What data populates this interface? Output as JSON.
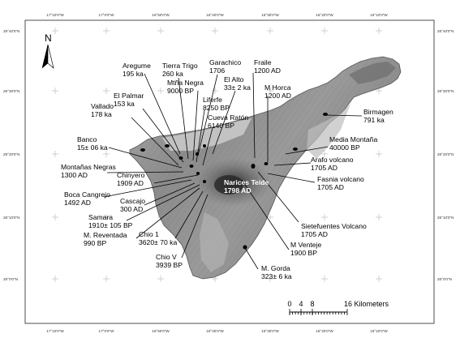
{
  "north_label": "N",
  "scale": {
    "labels": [
      "0",
      "4",
      "8",
      "16 Kilometers"
    ]
  },
  "graticule": {
    "top": [
      "17°10'0\"W",
      "17°0'0\"W",
      "16°50'0\"W",
      "16°40'0\"W",
      "16°30'0\"W",
      "16°20'0\"W",
      "16°10'0\"W"
    ],
    "bottom": [
      "17°10'0\"W",
      "17°0'0\"W",
      "16°50'0\"W",
      "16°40'0\"W",
      "16°30'0\"W",
      "16°20'0\"W",
      "16°10'0\"W"
    ],
    "left": [
      "28°40'0\"N",
      "28°30'0\"N",
      "28°20'0\"N",
      "28°10'0\"N",
      "28°0'0\"N"
    ],
    "right": [
      "28°40'0\"N",
      "28°30'0\"N",
      "28°20'0\"N",
      "28°10'0\"N",
      "28°0'0\"N"
    ]
  },
  "sites": [
    {
      "name": "Aregume",
      "age": "195 ka"
    },
    {
      "name": "Tierra Trigo",
      "age": "260 ka"
    },
    {
      "name": "Garachico",
      "age": "1706"
    },
    {
      "name": "Fraile",
      "age": "1200 AD"
    },
    {
      "name": "Mtña Negra",
      "age": "9000 BP"
    },
    {
      "name": "El Alto",
      "age": "33± 2 ka"
    },
    {
      "name": "M Horca",
      "age": "1200 AD"
    },
    {
      "name": "El Palmar",
      "age": "153 ka"
    },
    {
      "name": "Vallado",
      "age": "178 ka"
    },
    {
      "name": "Liferfe",
      "age": "8250 BP"
    },
    {
      "name": "Cueva Ratón",
      "age": "6140 BP"
    },
    {
      "name": "Birmagen",
      "age": "791 ka"
    },
    {
      "name": "Banco",
      "age": "15± 06 ka"
    },
    {
      "name": "Media Montaña",
      "age": "40000 BP"
    },
    {
      "name": "Arafo volcano",
      "age": "1705 AD"
    },
    {
      "name": "Montañas Negras",
      "age": "1300 AD"
    },
    {
      "name": "Chinyero",
      "age": "1909 AD"
    },
    {
      "name": "Fasnia volcano",
      "age": "1705 AD"
    },
    {
      "name": "Narices Teide",
      "age": "1798 AD"
    },
    {
      "name": "Boca Cangrejo",
      "age": "1492 AD"
    },
    {
      "name": "Cascajo",
      "age": "300 AD"
    },
    {
      "name": "Samara",
      "age": "1910± 105 BP"
    },
    {
      "name": "Sietefuentes Volcano",
      "age": "1705 AD"
    },
    {
      "name": "M. Reventada",
      "age": "990 BP"
    },
    {
      "name": "Chio 1",
      "age": "3620± 70 ka"
    },
    {
      "name": "M Venteje",
      "age": "1900 BP"
    },
    {
      "name": "Chio V",
      "age": "3939 BP"
    },
    {
      "name": "M. Gorda",
      "age": "323± 6 ka"
    }
  ]
}
